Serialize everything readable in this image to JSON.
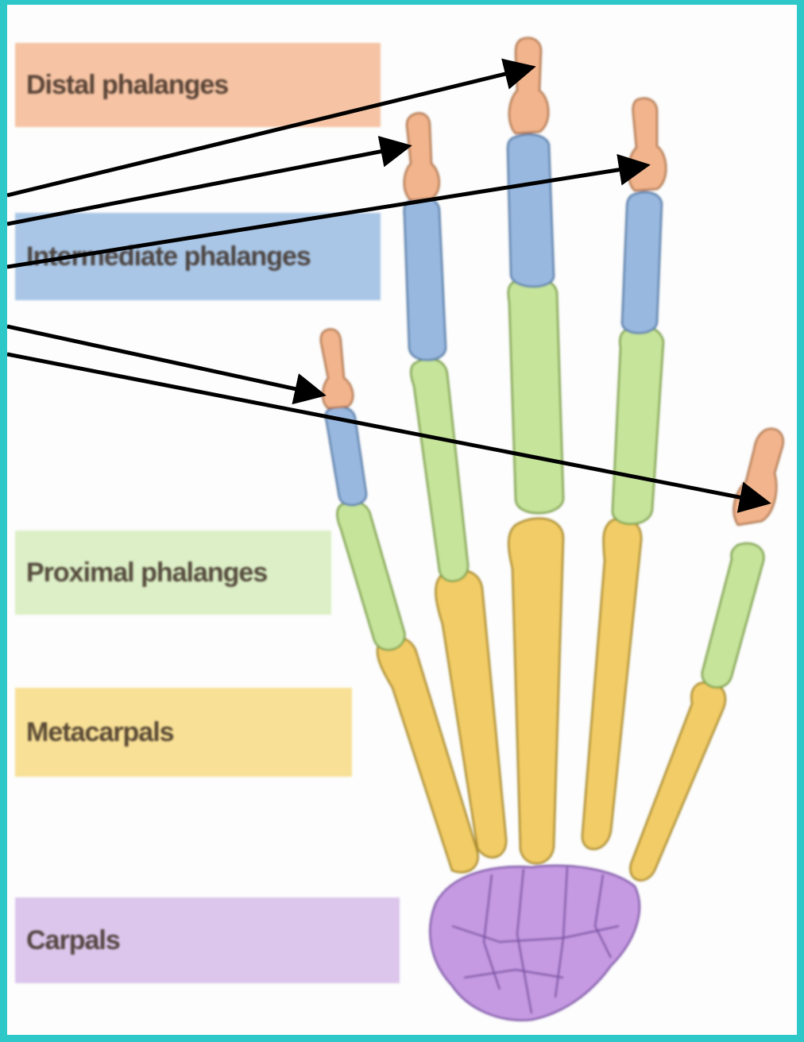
{
  "labels": {
    "distal": "Distal phalanges",
    "intermediate": "Intermediate phalanges",
    "proximal": "Proximal phalanges",
    "metacarpals": "Metacarpals",
    "carpals": "Carpals"
  },
  "colors": {
    "frame": "#2ec8c8",
    "distal": "#f2b48c",
    "intermediate": "#98b8e0",
    "proximal": "#c6e49a",
    "metacarpals": "#f2cc66",
    "carpals": "#c69ae2",
    "arrow": "#000000"
  }
}
